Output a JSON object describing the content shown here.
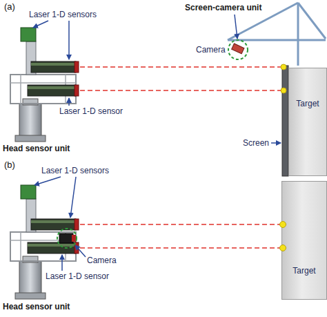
{
  "diagram": {
    "nodes": [
      {
        "text": [
          "Target"
        ]
      },
      {
        "text": [
          "Target"
        ]
      }
    ],
    "labels": [
      "(a)",
      "Laser 1-D sensors",
      "Screen-camera unit",
      "Camera",
      "Laser 1-D sensor",
      "Screen",
      "Head sensor unit",
      "(b)",
      "Laser 1-D sensors",
      "Camera",
      "Laser 1-D sensor",
      "Head sensor unit"
    ]
  }
}
